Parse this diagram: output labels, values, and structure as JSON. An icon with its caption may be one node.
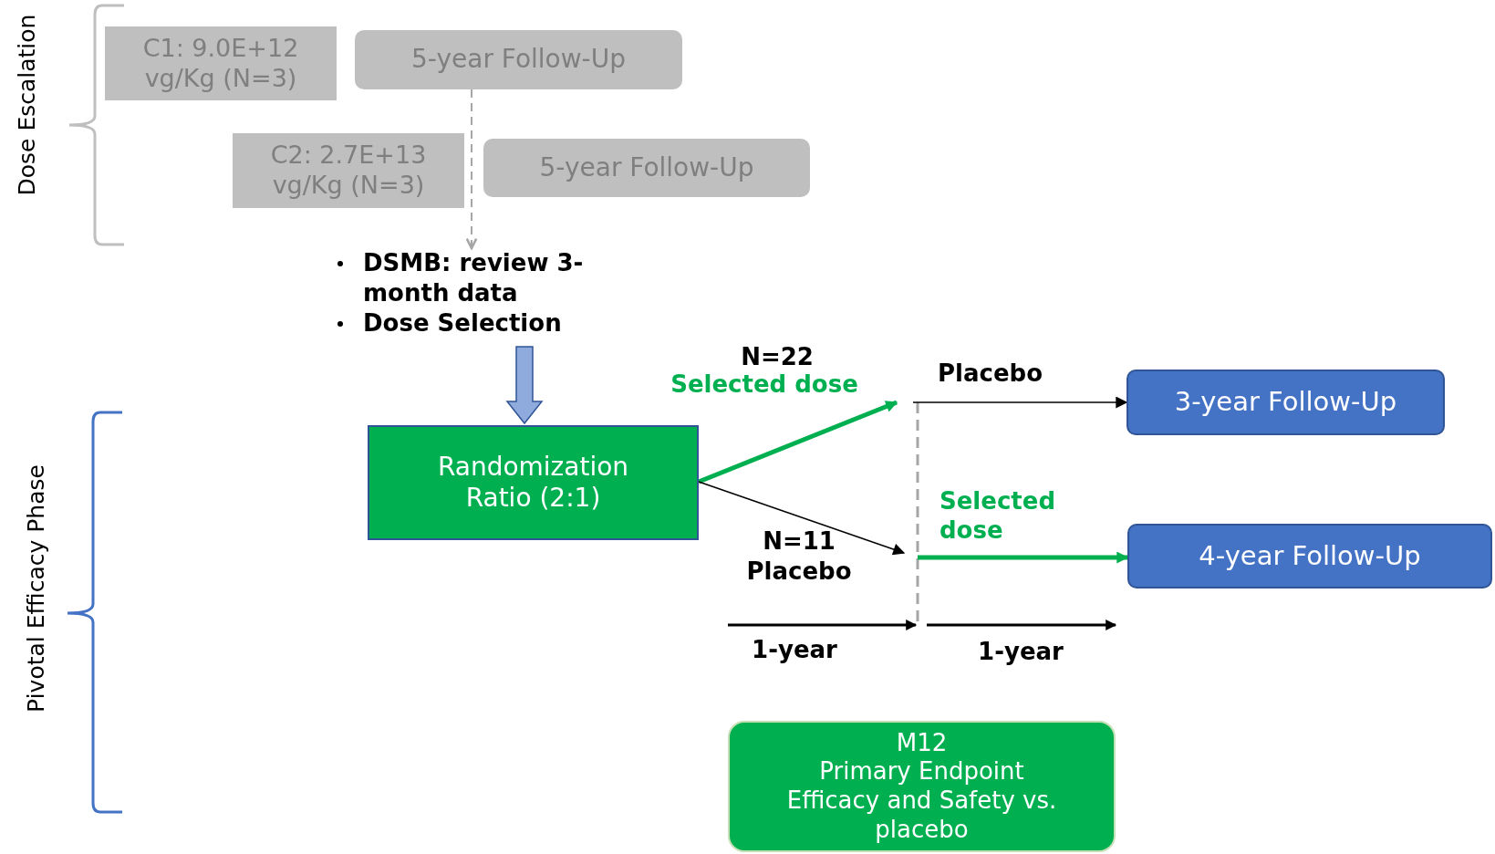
{
  "diagram": {
    "nodes": [
      {
        "text": [
          "C1: 9.0E+12 vg/Kg (N=3)"
        ]
      },
      {
        "text": [
          "5-year Follow-Up"
        ]
      },
      {
        "text": [
          "C2: 2.7E+13 vg/Kg (N=3)"
        ]
      },
      {
        "text": [
          "5-year Follow-Up"
        ]
      },
      {
        "text": [
          "DSMB: review 3-month data",
          "Dose Selection"
        ]
      },
      {
        "text": [
          "Randomization Ratio (2:1)"
        ]
      },
      {
        "text": [
          "3-year Follow-Up"
        ]
      },
      {
        "text": [
          "4-year Follow-Up"
        ]
      },
      {
        "text": [
          "M12",
          "Primary Endpoint",
          "Efficacy and Safety vs. placebo"
        ]
      }
    ],
    "edges": [
      {
        "from": 1,
        "to": 4,
        "arrow": "to",
        "style": "dashed",
        "color": "#a6a6a6"
      },
      {
        "from": 4,
        "to": 5,
        "arrow": "to",
        "style": "thick",
        "color": "#8faadc"
      },
      {
        "from": 5,
        "to": null,
        "arrow": "to",
        "style": "thick",
        "color": "#00b050"
      },
      {
        "from": 5,
        "to": null,
        "arrow": "to",
        "color": "#000000"
      },
      {
        "from": null,
        "to": 6,
        "arrow": "to",
        "label": "Placebo",
        "color": "#000000"
      },
      {
        "from": null,
        "to": 7,
        "arrow": "to",
        "label": "Selected dose",
        "style": "thick",
        "color": "#00b050"
      }
    ],
    "labels": [
      "Dose Escalation",
      "N=22",
      "Selected dose",
      "N=11",
      "Placebo",
      "1-year",
      "1-year",
      "Pivotal Efficacy Phase"
    ]
  }
}
